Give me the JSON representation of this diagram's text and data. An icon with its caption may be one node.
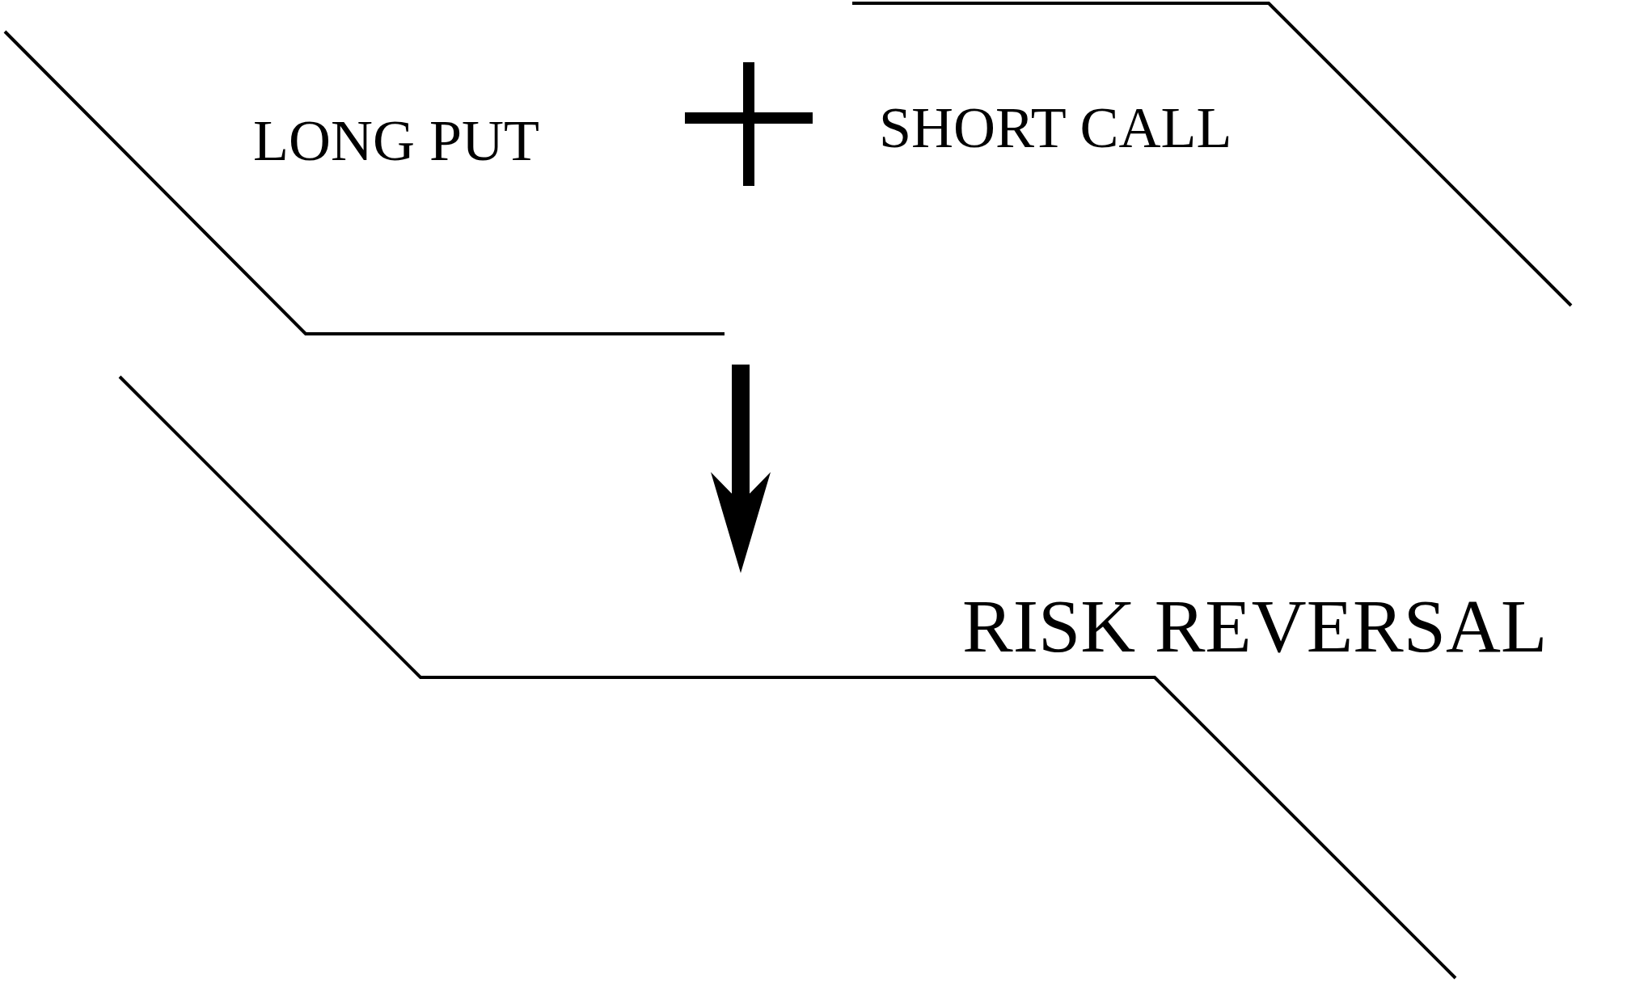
{
  "diagram": {
    "labels": [
      "LONG PUT",
      "SHORT CALL",
      "RISK REVERSAL"
    ]
  }
}
